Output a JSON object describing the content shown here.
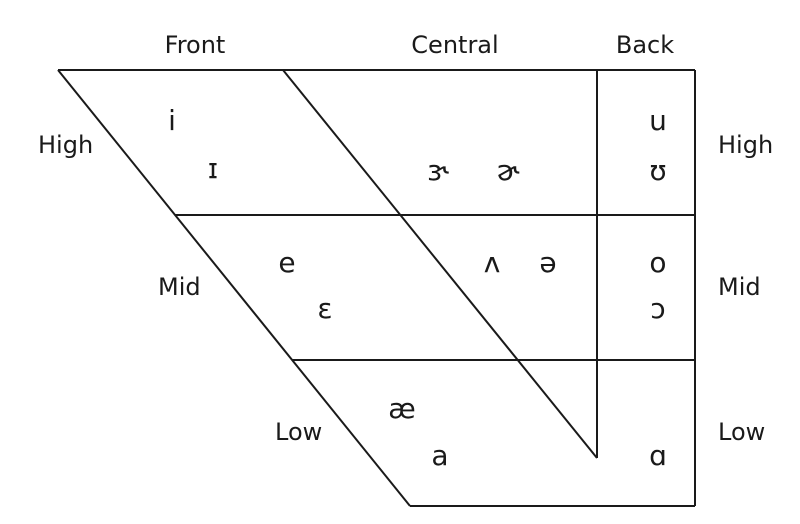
{
  "columns": {
    "front": "Front",
    "central": "Central",
    "back": "Back"
  },
  "rows_left": {
    "high": "High",
    "mid": "Mid",
    "low": "Low"
  },
  "rows_right": {
    "high": "High",
    "mid": "Mid",
    "low": "Low"
  },
  "vowels": {
    "front_high_tense": "i",
    "front_high_lax": "ɪ",
    "central_high_stressed": "ɝ",
    "central_high_unstressed": "ɚ",
    "back_high_tense": "u",
    "back_high_lax": "ʊ",
    "front_mid_tense": "e",
    "front_mid_lax": "ɛ",
    "central_mid_stressed": "ʌ",
    "central_mid_unstressed": "ə",
    "back_mid_tense": "o",
    "back_mid_lax": "ɔ",
    "front_low_1": "æ",
    "front_low_2": "a",
    "back_low": "ɑ"
  }
}
